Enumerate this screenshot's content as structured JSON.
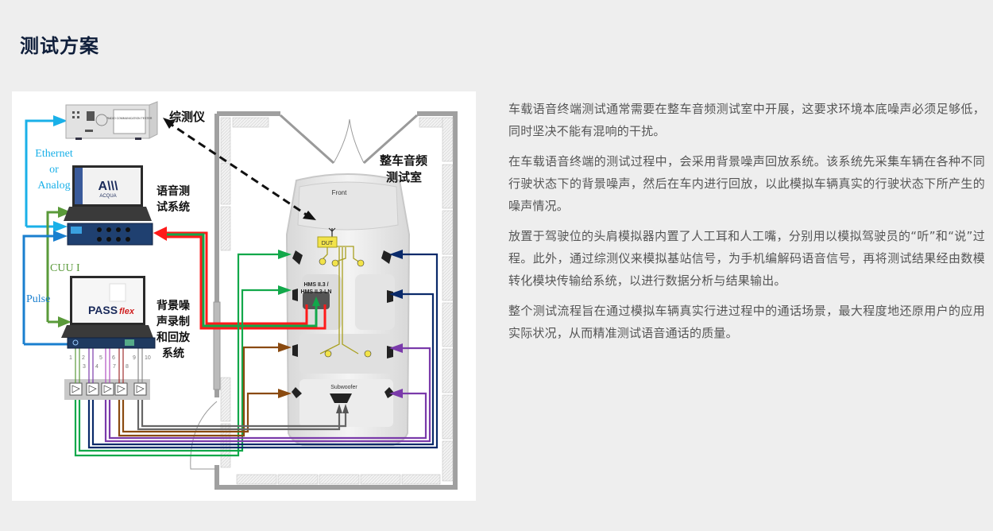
{
  "page": {
    "title": "测试方案"
  },
  "diagram": {
    "labels": {
      "tester": "综测仪",
      "tester_screen": "RADIO COMMUNICATION TESTER",
      "room": [
        "整车音频",
        "测试室"
      ],
      "voice_system": [
        "语音测",
        "试系统"
      ],
      "bg_system": [
        "背景噪",
        "声录制",
        "和回放",
        "系统"
      ],
      "ethernet": [
        "Ethernet",
        "or",
        "Analog"
      ],
      "cuu": "CUU I",
      "pulse": "Pulse",
      "acqua": "ACQUA",
      "pass_a": "PASS",
      "pass_b": "flex",
      "front": "Front",
      "dut": "DUT",
      "hms": [
        "HMS II.3 /",
        "HMS II.3-LN"
      ],
      "subwoofer": "Subwoofer",
      "channels": [
        "1",
        "2",
        "3",
        "4",
        "5",
        "6",
        "7",
        "8",
        "9",
        "10"
      ]
    },
    "colors": {
      "cyan": "#1ab0e8",
      "blue": "#1a7fcf",
      "green": "#5a9a3a",
      "red": "#ff1a1a",
      "signal_green": "#12a84a",
      "navy": "#0a2a6a",
      "purple": "#7a3aaa",
      "brown": "#8a4a10",
      "gray": "#666666",
      "dut_yellow": "#f2e34a"
    }
  },
  "content": {
    "paragraphs": [
      "车载语音终端测试通常需要在整车音频测试室中开展，这要求环境本底噪声必须足够低，同时坚决不能有混响的干扰。",
      "在车载语音终端的测试过程中，会采用背景噪声回放系统。该系统先采集车辆在各种不同行驶状态下的背景噪声，然后在车内进行回放，以此模拟车辆真实的行驶状态下所产生的噪声情况。",
      "放置于驾驶位的头肩模拟器内置了人工耳和人工嘴，分别用以模拟驾驶员的“听”和“说”过程。此外，通过综测仪来模拟基站信号，为手机编解码语音信号，再将测试结果经由数模转化模块传输给系统，以进行数据分析与结果输出。",
      "整个测试流程旨在通过模拟车辆真实行进过程中的通话场景，最大程度地还原用户的应用实际状况，从而精准测试语音通话的质量。"
    ]
  }
}
